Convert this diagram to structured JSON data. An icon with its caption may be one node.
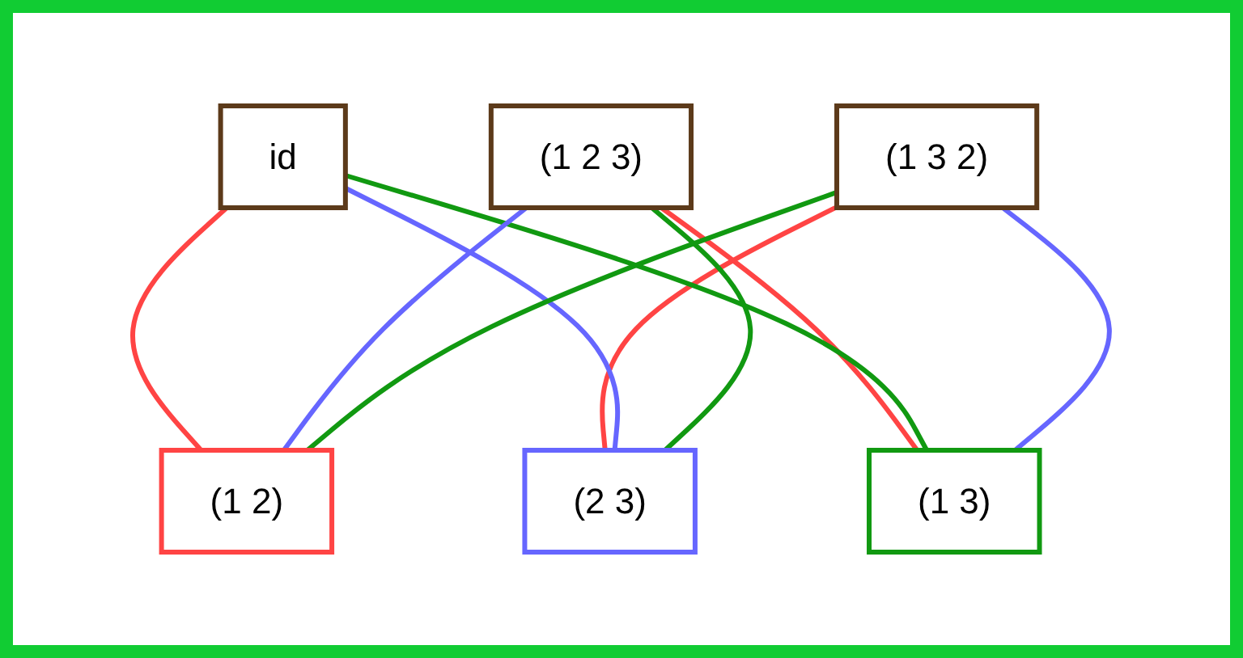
{
  "diagram": {
    "nodes": [
      {
        "text": [
          "id"
        ]
      },
      {
        "text": [
          "(1 2 3)"
        ]
      },
      {
        "text": [
          "(1 3 2)"
        ]
      },
      {
        "text": [
          "(1 2)"
        ]
      },
      {
        "text": [
          "(1 3)"
        ]
      },
      {
        "text": [
          "(2 3)"
        ]
      }
    ],
    "edges": [
      {
        "from": 0,
        "to": 3,
        "arrow": "none",
        "color": "#ff4444"
      },
      {
        "from": 1,
        "to": 4,
        "arrow": "none",
        "color": "#ff4444"
      },
      {
        "from": 2,
        "to": 5,
        "arrow": "none",
        "color": "#ff4444"
      },
      {
        "from": 0,
        "to": 5,
        "arrow": "none",
        "color": "#6666ff"
      },
      {
        "from": 0,
        "to": 4,
        "arrow": "none",
        "color": "#119911"
      },
      {
        "from": 1,
        "to": 3,
        "arrow": "none",
        "color": "#6666ff"
      },
      {
        "from": 1,
        "to": 5,
        "arrow": "none",
        "color": "#119911"
      },
      {
        "from": 2,
        "to": 3,
        "arrow": "none",
        "color": "#119911"
      },
      {
        "from": 2,
        "to": 4,
        "arrow": "none",
        "color": "#6666ff"
      }
    ]
  }
}
